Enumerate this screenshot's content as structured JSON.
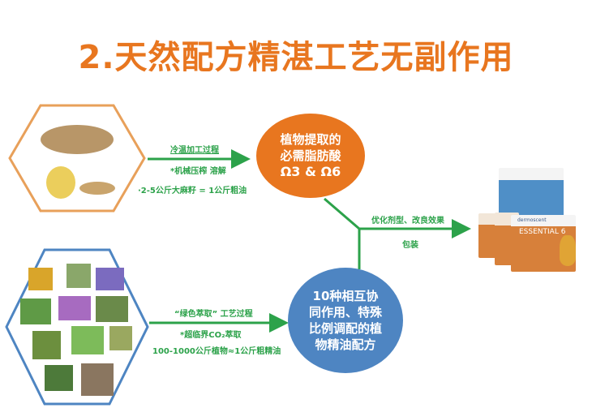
{
  "title": "2.天然配方精湛工艺无副作用",
  "top_process": {
    "heading": "冷温加工过程",
    "line1": "*机械压榨 溶解",
    "line2": "·2-5公斤大麻籽 = 1公斤粗油"
  },
  "orange_bubble": {
    "line1": "植物提取的",
    "line2": "必需脂肪酸",
    "line3": "Ω3 & Ω6"
  },
  "bottom_process": {
    "heading": "“绿色萃取” 工艺过程",
    "line1": "*超临界CO₂萃取",
    "line2": "100-1000公斤植物≈1公斤粗精油"
  },
  "blue_bubble": {
    "line1": "10种相互协",
    "line2": "同作用、特殊",
    "line3": "比例调配的植",
    "line4": "物精油配方"
  },
  "branch": {
    "line1": "优化剂型、改良效果",
    "line2": "包装"
  },
  "product": {
    "brand": "dermoscent",
    "name": "ESSENTIAL 6"
  },
  "colors": {
    "orange": "#e8761f",
    "blue": "#4e85c2",
    "green": "#2ca24a"
  }
}
